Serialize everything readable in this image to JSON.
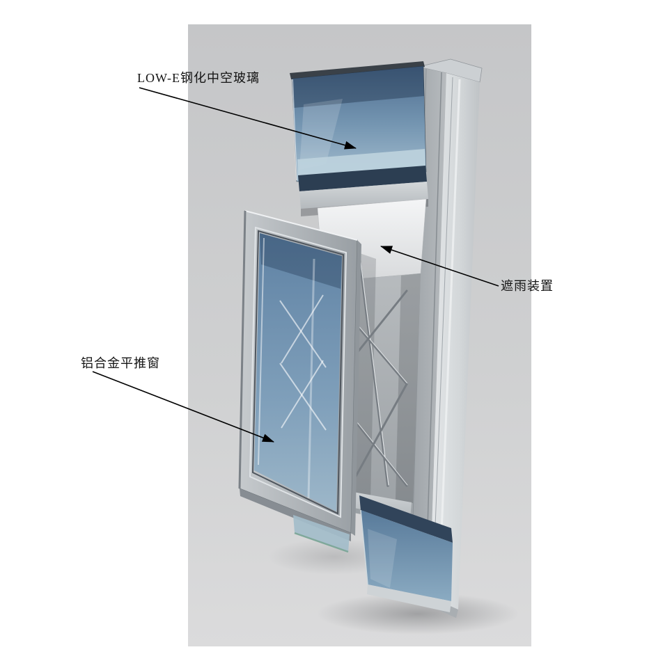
{
  "diagram": {
    "type": "annotated-3d-render",
    "labels": {
      "top_glass": "LOW-E钢化中空玻璃",
      "rain_shield": "遮雨装置",
      "push_window": "铝合金平推窗"
    },
    "colors": {
      "background": "#ffffff",
      "backdrop_top": "#c6c7c9",
      "backdrop_bottom": "#dadadb",
      "glass_blue": "#6e8fae",
      "glass_dark_edge": "#2c3e52",
      "aluminum_bright": "#dde0e2",
      "aluminum_mid": "#a7adb2",
      "annotation_line": "#000000"
    }
  }
}
